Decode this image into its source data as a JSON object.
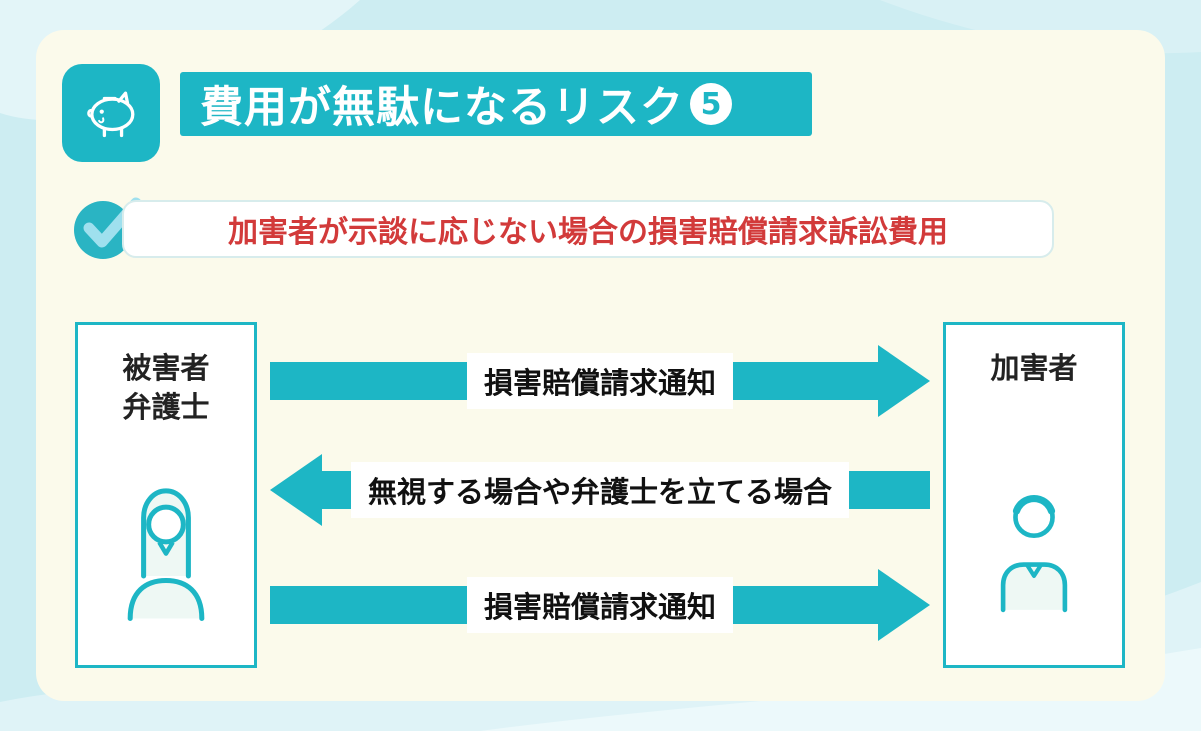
{
  "colors": {
    "accent_teal": "#1db6c5",
    "check_light": "#9fe0ee",
    "text_red": "#d23a3a",
    "card_bg": "#fbfaeb",
    "page_bg": "#cdedf2",
    "wave_light": "#e3f5f8",
    "text_dark": "#222222"
  },
  "header": {
    "title": "費用が無駄になるリスク",
    "badge": "5",
    "icon": "piggy-bank-icon"
  },
  "callout": {
    "icon": "check-icon",
    "text": "加害者が示談に応じない場合の損害賠償請求訴訟費用"
  },
  "diagram": {
    "left_box": {
      "label_line1": "被害者",
      "label_line2": "弁護士",
      "icon": "female-person-icon"
    },
    "right_box": {
      "label": "加害者",
      "icon": "male-person-icon"
    },
    "arrows": [
      {
        "direction": "right",
        "label": "損害賠償請求通知"
      },
      {
        "direction": "left",
        "label": "無視する場合や弁護士を立てる場合"
      },
      {
        "direction": "right",
        "label": "損害賠償請求通知"
      }
    ]
  }
}
